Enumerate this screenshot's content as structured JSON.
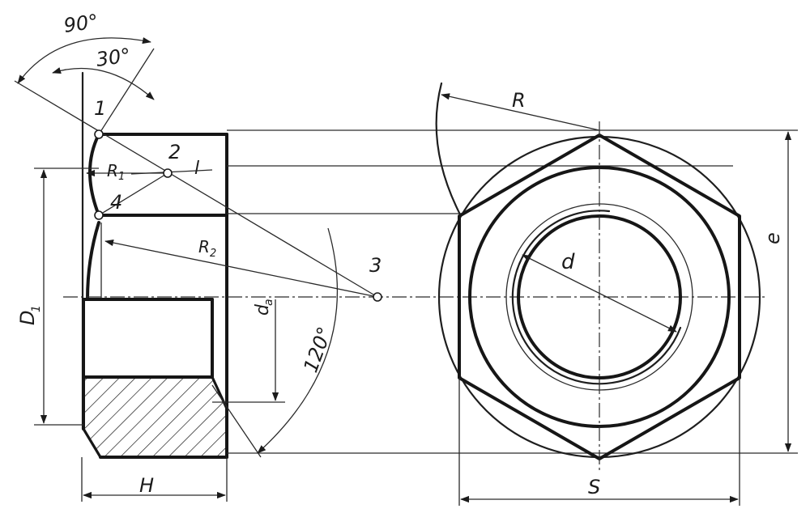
{
  "labels": {
    "angle_90": "90°",
    "angle_30": "30°",
    "point_1": "1",
    "point_2": "2",
    "point_3": "3",
    "point_4": "4",
    "r1": "R",
    "r1_sub": "1",
    "l": "l",
    "r2": "R",
    "r2_sub": "2",
    "d1": "D",
    "d1_sub": "1",
    "da": "d",
    "da_sub": "a",
    "angle_120": "120°",
    "h": "H",
    "r": "R",
    "d": "d",
    "e": "e",
    "s": "S"
  }
}
